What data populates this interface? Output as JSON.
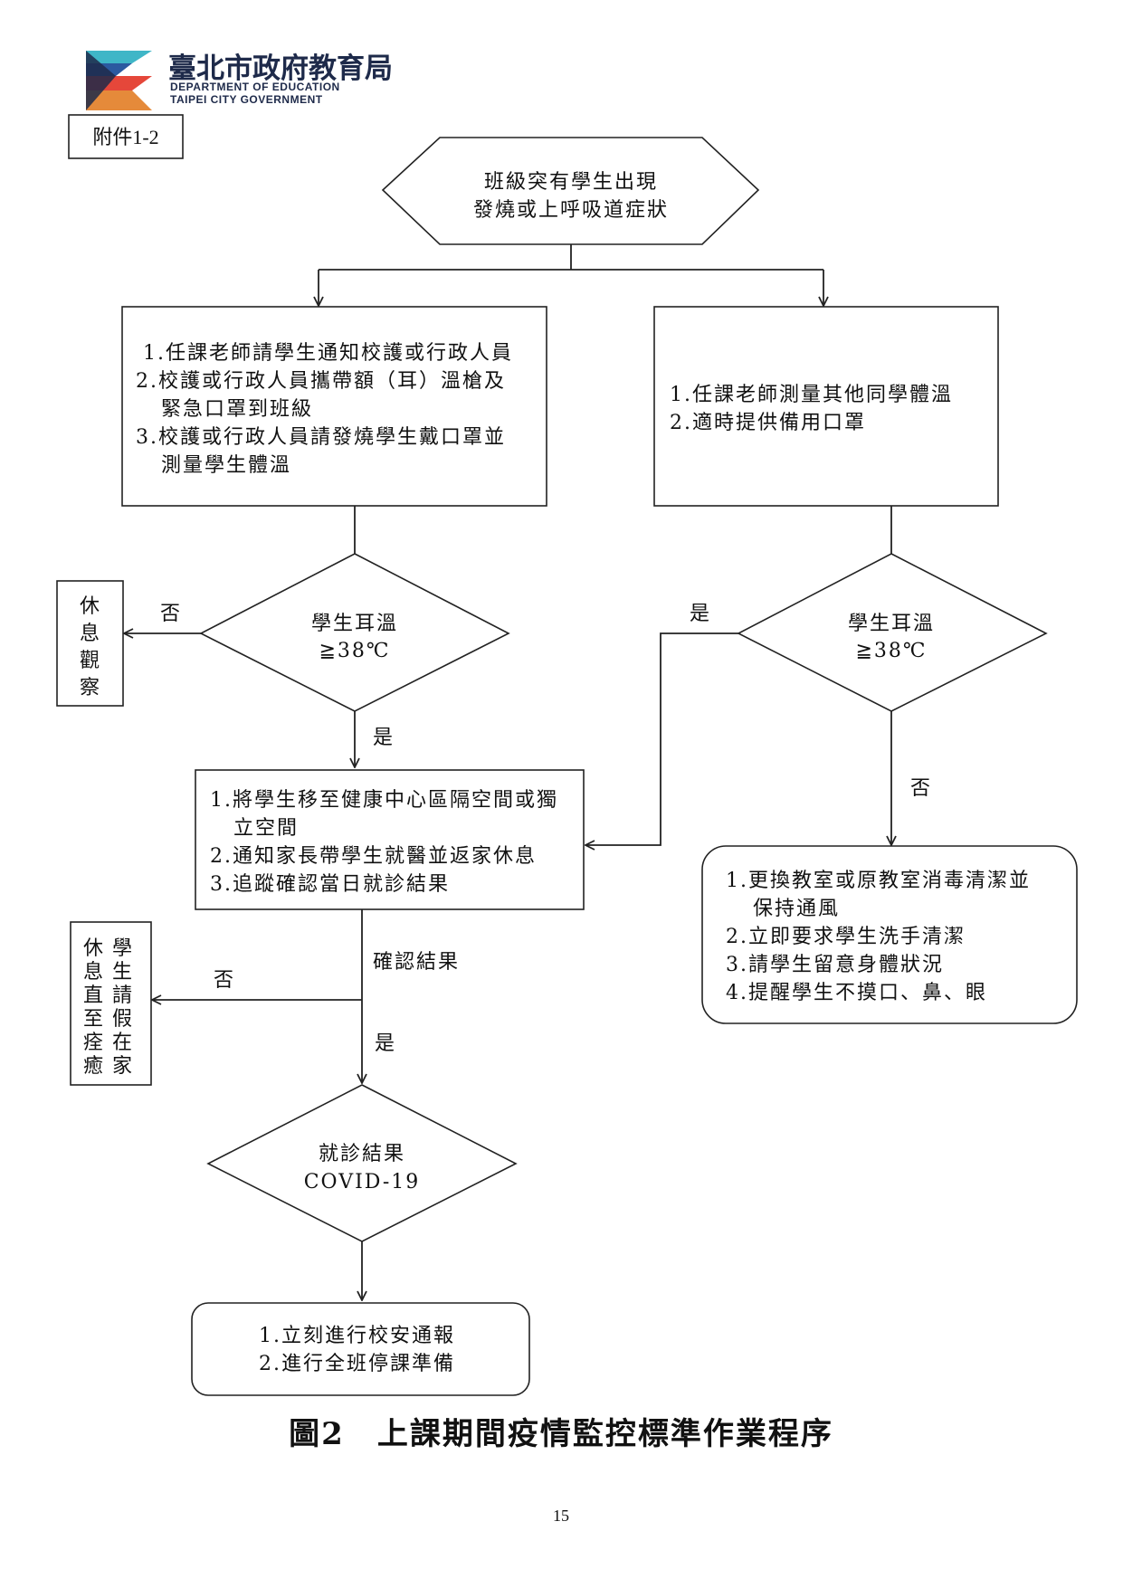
{
  "header": {
    "org_name_cn": "臺北市政府教育局",
    "org_name_en_1": "DEPARTMENT OF EDUCATION",
    "org_name_en_2": "TAIPEI CITY GOVERNMENT",
    "attachment_label": "附件1-2"
  },
  "colors": {
    "logo_blue": "#2b5aa0",
    "logo_navy": "#1e2a4a",
    "logo_red": "#e5473a",
    "logo_orange": "#e58a3a",
    "logo_teal": "#3fb6c7"
  },
  "flowchart": {
    "start": [
      "班級突有學生出現",
      "發燒或上呼吸道症狀"
    ],
    "left_actions": [
      "1.任課老師請學生通知校護或行政人員",
      "2.校護或行政人員攜帶額（耳）溫槍及",
      "緊急口罩到班級",
      "3.校護或行政人員請發燒學生戴口罩並",
      "測量學生體溫"
    ],
    "right_actions": [
      "1.任課老師測量其他同學體溫",
      "2.適時提供備用口罩"
    ],
    "left_check": [
      "學生耳溫",
      "≧38℃"
    ],
    "right_check": [
      "學生耳溫",
      "≧38℃"
    ],
    "rest_observe": [
      "休",
      "息",
      "觀",
      "察"
    ],
    "isolate_actions": [
      "1.將學生移至健康中心區隔空間或獨",
      "立空間",
      "2.通知家長帶學生就醫並返家休息",
      "3.追蹤確認當日就診結果"
    ],
    "class_actions": [
      "1.更換教室或原教室消毒清潔並",
      "保持通風",
      "2.立即要求學生洗手清潔",
      "3.請學生留意身體狀況",
      "4.提醒學生不摸口、鼻、眼"
    ],
    "leave_home_col1": [
      "休",
      "息",
      "直",
      "至",
      "痊",
      "癒"
    ],
    "leave_home_col2": [
      "學",
      "生",
      "請",
      "假",
      "在",
      "家"
    ],
    "confirm_label": "確認結果",
    "diagnosis_check": [
      "就診結果",
      "COVID-19"
    ],
    "final_actions": [
      "1.立刻進行校安通報",
      "2.進行全班停課準備"
    ],
    "yes": "是",
    "no": "否"
  },
  "caption": "圖2　上課期間疫情監控標準作業程序",
  "page_number": "15"
}
